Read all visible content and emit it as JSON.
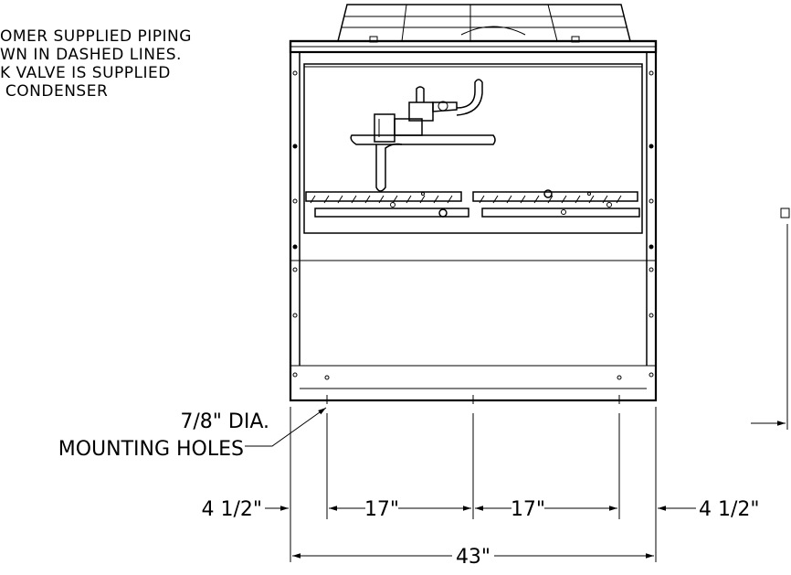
{
  "notes": {
    "line1": "OMER SUPPLIED PIPING",
    "line2": "WN IN DASHED LINES.",
    "line3": "K VALVE IS SUPPLIED",
    "line4": " CONDENSER"
  },
  "callouts": {
    "mounting_line1": "7/8\" DIA.",
    "mounting_line2": "MOUNTING HOLES"
  },
  "dimensions": {
    "left_offset": "4 1/2\"",
    "spacing_left": "17\"",
    "spacing_right": "17\"",
    "right_offset": "4 1/2\"",
    "overall_width": "43\""
  }
}
